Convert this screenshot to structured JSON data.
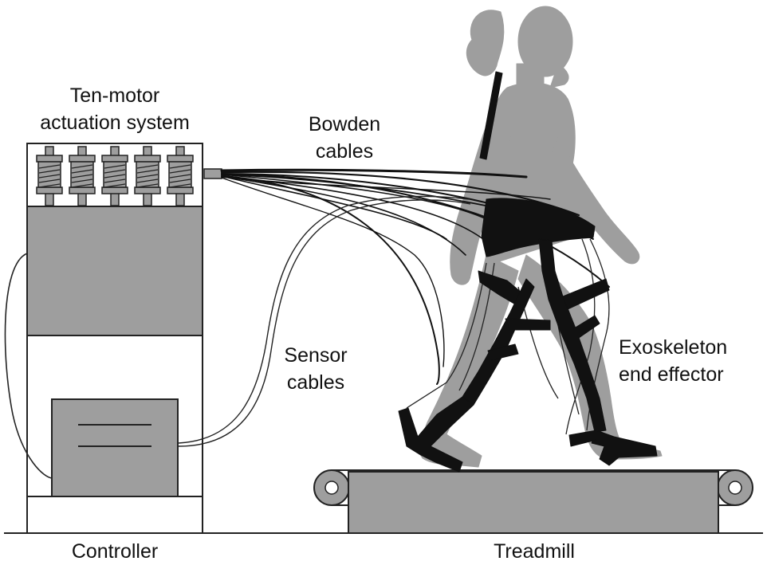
{
  "labels": {
    "actuation_line1": "Ten-motor",
    "actuation_line2": "actuation system",
    "bowden_line1": "Bowden",
    "bowden_line2": "cables",
    "sensor_line1": "Sensor",
    "sensor_line2": "cables",
    "exo_line1": "Exoskeleton",
    "exo_line2": "end effector",
    "controller": "Controller",
    "treadmill": "Treadmill"
  },
  "colors": {
    "gray_fill": "#9e9e9e",
    "black": "#111111",
    "line": "#222222",
    "background": "#ffffff"
  },
  "motor_count": 5
}
